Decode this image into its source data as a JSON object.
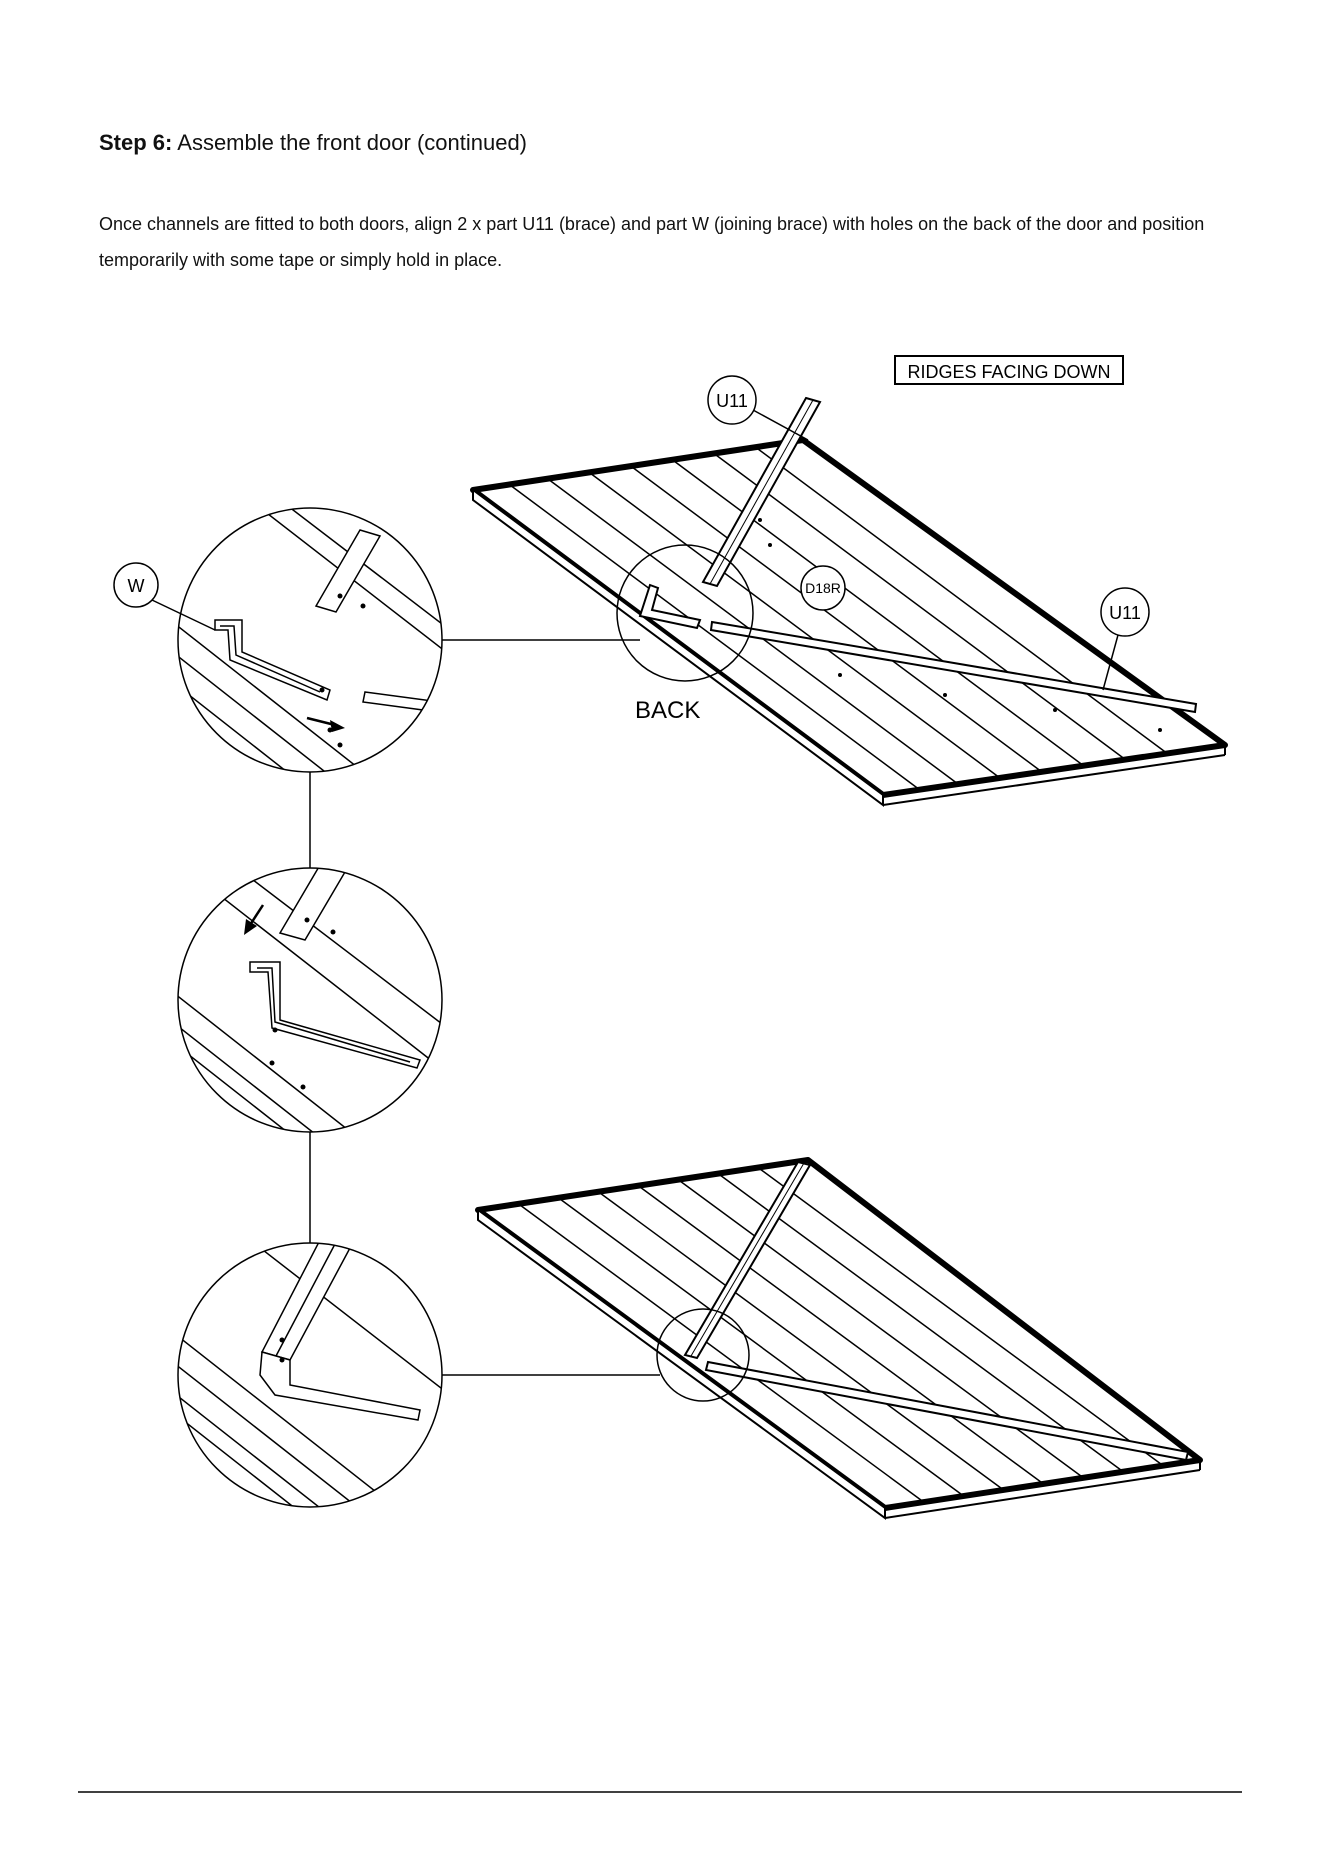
{
  "step": {
    "label": "Step 6:",
    "title": "Assemble the front door (continued)"
  },
  "instruction": "Once channels are fitted to both doors, align 2 x part U11 (brace) and part W (joining brace) with holes on the back of the door and position temporarily with some tape or simply hold in place.",
  "diagram": {
    "note_box": "RIDGES FACING DOWN",
    "callout_u11_top": "U11",
    "callout_u11_right": "U11",
    "callout_w": "W",
    "callout_d18r": "D18R",
    "back_label": "BACK"
  }
}
